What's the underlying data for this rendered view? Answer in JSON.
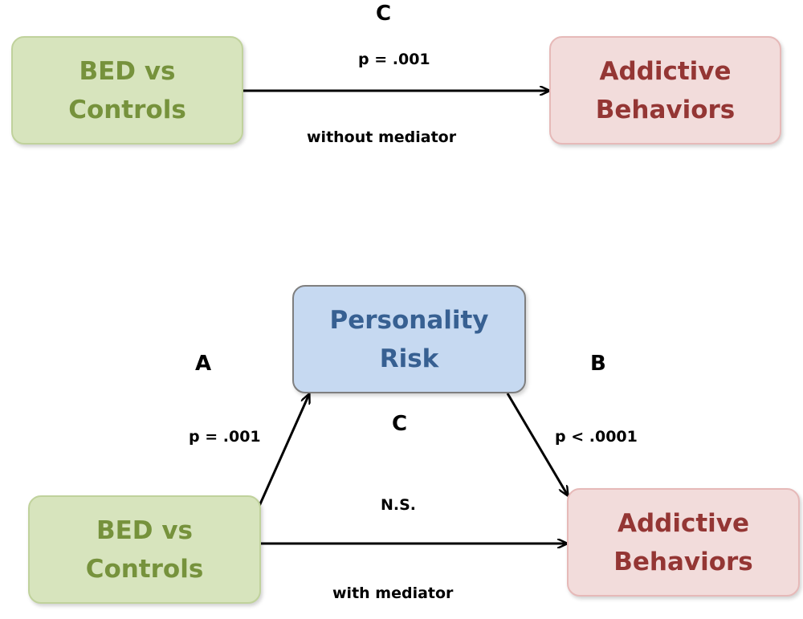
{
  "top": {
    "label_c": "C",
    "p_value": "p = .001",
    "caption": "without mediator",
    "source_box": {
      "line1": "BED vs",
      "line2": "Controls"
    },
    "target_box": {
      "line1": "Addictive",
      "line2": "Behaviors"
    }
  },
  "bottom": {
    "mediator_box": {
      "line1": "Personality",
      "line2": "Risk"
    },
    "source_box": {
      "line1": "BED vs",
      "line2": "Controls"
    },
    "target_box": {
      "line1": "Addictive",
      "line2": "Behaviors"
    },
    "label_a": "A",
    "label_b": "B",
    "label_c": "C",
    "p_a": "p = .001",
    "p_b": "p < .0001",
    "p_c": "N.S.",
    "caption": "with mediator"
  },
  "colors": {
    "green_fill": "#d7e4bd",
    "green_text": "#76923c",
    "red_fill": "#f2dcdb",
    "red_text": "#943634",
    "blue_fill": "#c6d9f1",
    "blue_text": "#376092",
    "arrow": "#000000"
  }
}
